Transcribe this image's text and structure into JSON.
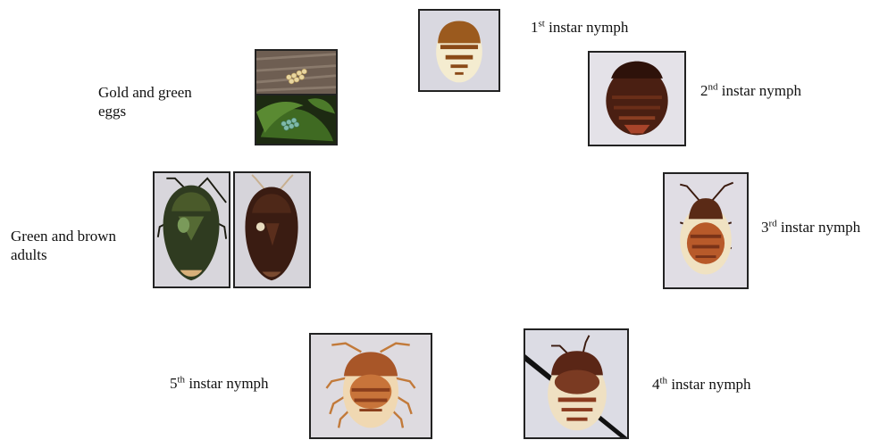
{
  "stages": {
    "eggs": {
      "line1": "Gold and green",
      "line2": "eggs"
    },
    "adults": {
      "line1": "Green and brown",
      "line2": "adults"
    },
    "n1": {
      "num": "1",
      "suffix": "st",
      "text": " instar nymph"
    },
    "n2": {
      "num": "2",
      "suffix": "nd",
      "text": " instar nymph"
    },
    "n3": {
      "num": "3",
      "suffix": "rd",
      "text": " instar nymph"
    },
    "n4": {
      "num": "4",
      "suffix": "th",
      "text": " instar nymph"
    },
    "n5": {
      "num": "5",
      "suffix": "th",
      "text": " instar nymph"
    }
  },
  "colors": {
    "frame": "#222222",
    "nymph_orange": "#b5602a",
    "nymph_dark": "#4a1f12",
    "nymph_cream": "#efe2c4",
    "adult_green": "#2f3b20",
    "adult_brown": "#3a1c12"
  }
}
